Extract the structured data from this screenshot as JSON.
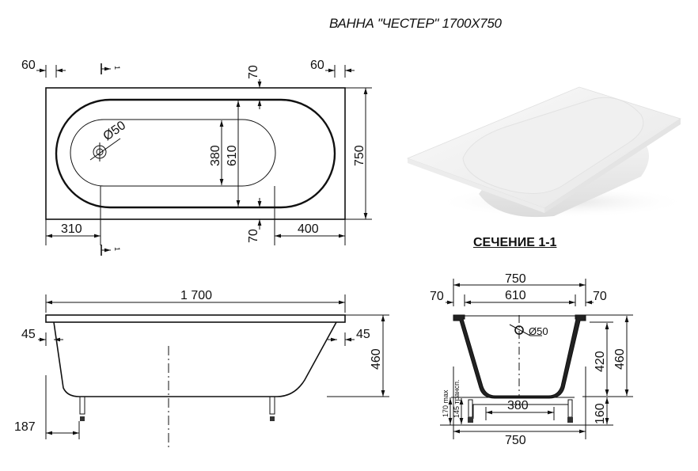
{
  "title": "ВАННА \"ЧЕСТЕР\" 1700X750",
  "section_label": "СЕЧЕНИЕ 1-1",
  "top_view": {
    "dims": {
      "left_rim": "60",
      "right_rim": "60",
      "top_gap": "70",
      "bottom_gap": "70",
      "inner_width": "380",
      "outer_inner_width": "610",
      "total_width": "750",
      "drain_offset": "310",
      "right_offset": "400",
      "drain_diameter": "Ø50",
      "section_mark_top": "1",
      "section_mark_bottom": "1"
    }
  },
  "side_view": {
    "dims": {
      "length": "1 700",
      "left_slope": "45",
      "right_slope": "45",
      "height": "460",
      "leg_offset": "187"
    }
  },
  "cross_section": {
    "dims": {
      "top_width": "750",
      "left_rim": "70",
      "inner_width": "610",
      "right_rim": "70",
      "drain": "Ø50",
      "depth": "420",
      "total_height": "460",
      "leg_height": "160",
      "leg_max": "170 max",
      "leg_trans": "145 трансп.",
      "frame_width": "380",
      "bottom_width": "750"
    }
  },
  "photo": {
    "alt": "bathtub-3d-render"
  }
}
